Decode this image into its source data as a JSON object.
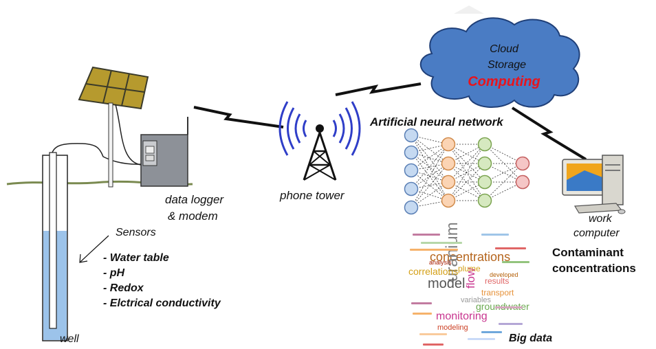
{
  "cloud": {
    "line1": "Cloud",
    "line2": "Storage",
    "line3": "Computing",
    "fill_color": "#4a7cc4",
    "computing_color": "#e8141c"
  },
  "tower": {
    "label": "phone tower"
  },
  "logger": {
    "line1": "data logger",
    "line2": "& modem"
  },
  "ann": {
    "title": "Artificial neural network"
  },
  "computer": {
    "line1": "work",
    "line2": "computer",
    "result_line1": "Contaminant",
    "result_line2": "concentrations"
  },
  "sensors": {
    "title": "Sensors",
    "items": [
      "- Water table",
      "- pH",
      "- Redox",
      "- Elctrical conductivity"
    ]
  },
  "well": {
    "label": "well"
  },
  "bigdata": {
    "label": "Big data",
    "words": [
      "concentrations",
      "uranium",
      "correlations",
      "model",
      "flow",
      "plume",
      "results",
      "monitoring",
      "groundwater",
      "variables",
      "transport",
      "modeling",
      "analysis",
      "developed"
    ]
  }
}
